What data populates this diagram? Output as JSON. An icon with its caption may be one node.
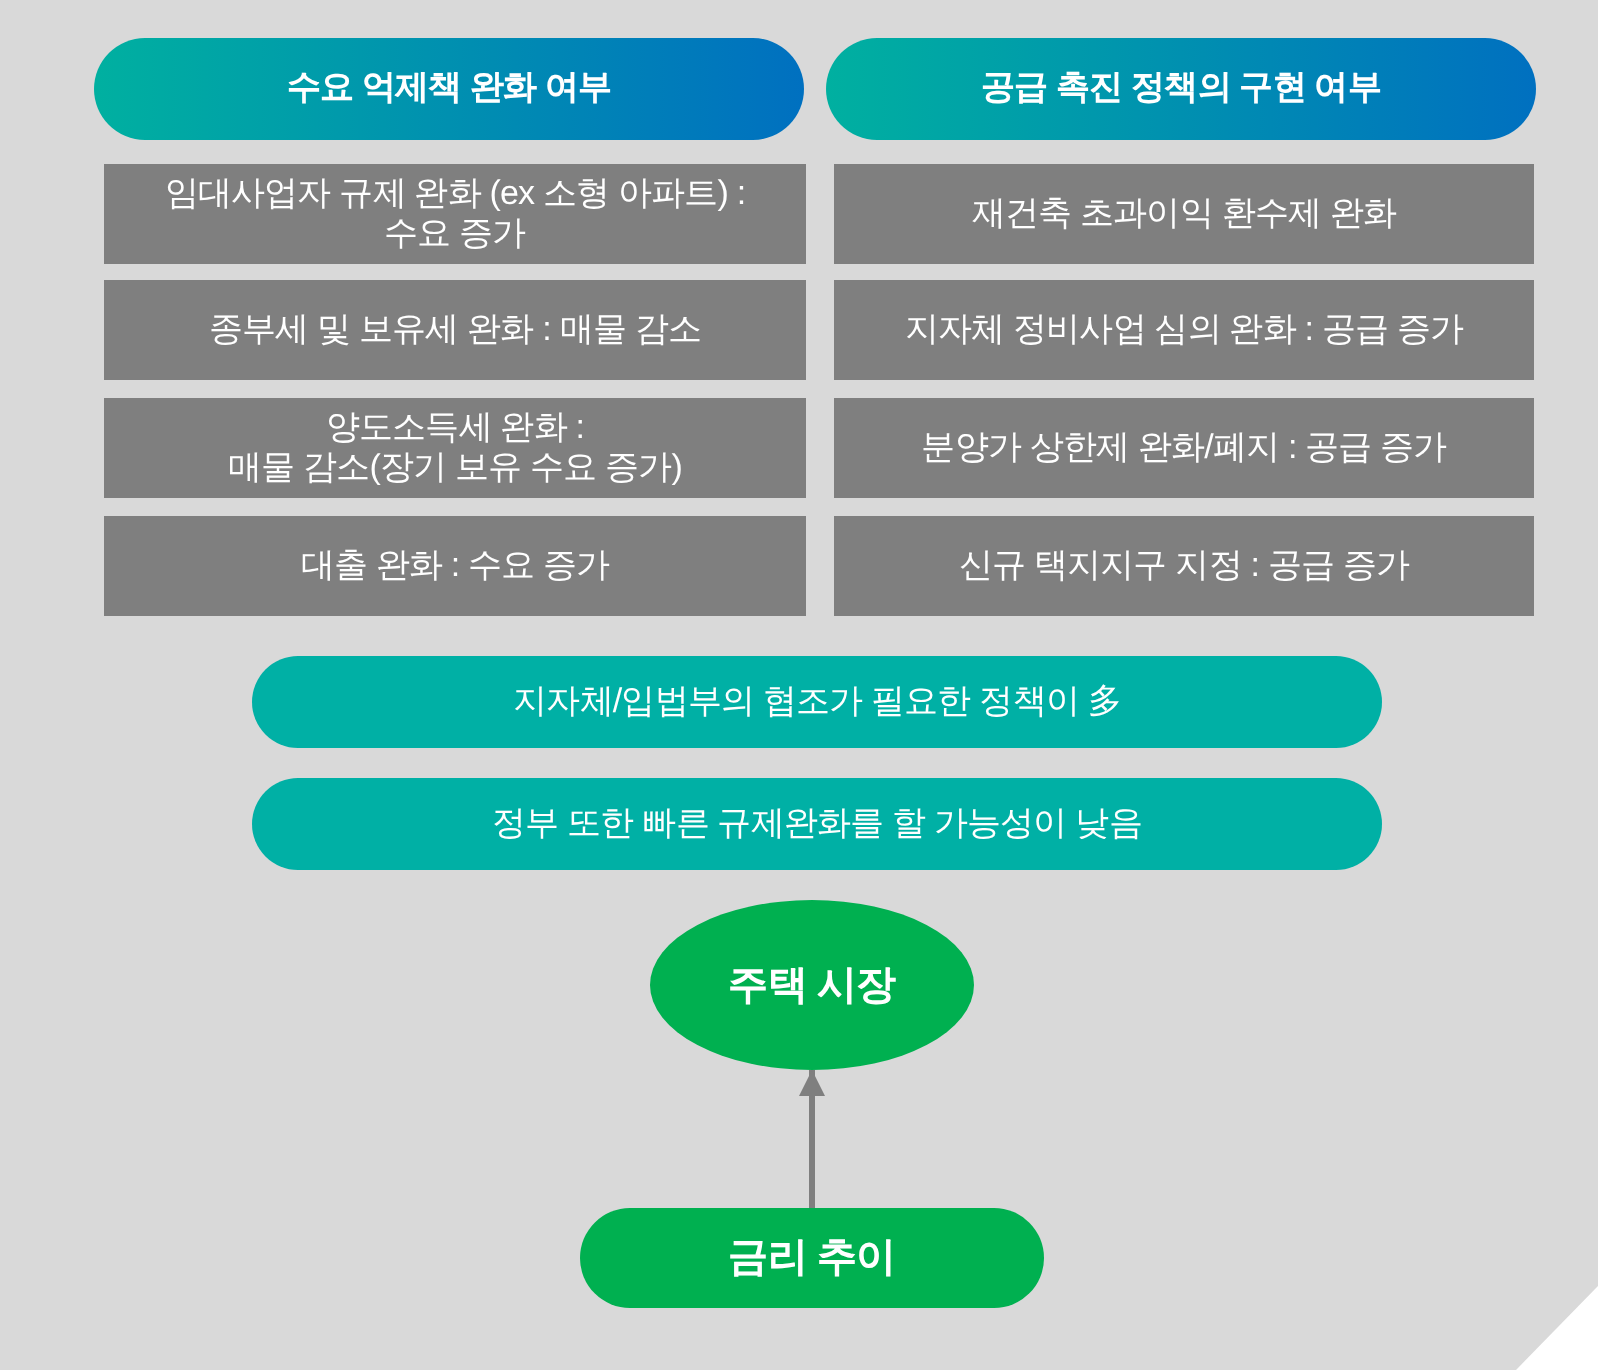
{
  "diagram": {
    "nodes": [
      {
        "text": [
          "수요 억제책 완화 여부"
        ]
      },
      {
        "text": [
          "공급 촉진 정책의 구현 여부"
        ]
      },
      {
        "text": [
          "임대사업자 규제 완화 (ex 소형 아파트) : 수요 증가"
        ]
      },
      {
        "text": [
          "종부세 및 보유세 완화 : 매물 감소"
        ]
      },
      {
        "text": [
          "양도소득세 완화 : 매물 감소(장기 보유 수요 증가)"
        ]
      },
      {
        "text": [
          "대출 완화 : 수요 증가"
        ]
      },
      {
        "text": [
          "재건축 초과이익 환수제 완화"
        ]
      },
      {
        "text": [
          "지자체 정비사업 심의 완화 : 공급 증가"
        ]
      },
      {
        "text": [
          "분양가 상한제 완화/폐지 : 공급 증가"
        ]
      },
      {
        "text": [
          "신규 택지지구 지정 : 공급 증가"
        ]
      },
      {
        "text": [
          "지자체/입법부의 협조가 필요한 정책이 多"
        ]
      },
      {
        "text": [
          "정부 또한 빠른 규제완화를 할 가능성이 낮음"
        ]
      },
      {
        "text": [
          "주택 시장"
        ]
      },
      {
        "text": [
          "금리 추이"
        ]
      }
    ],
    "edges": [
      {
        "from": 13,
        "to": 12,
        "arrow": "to"
      }
    ]
  }
}
